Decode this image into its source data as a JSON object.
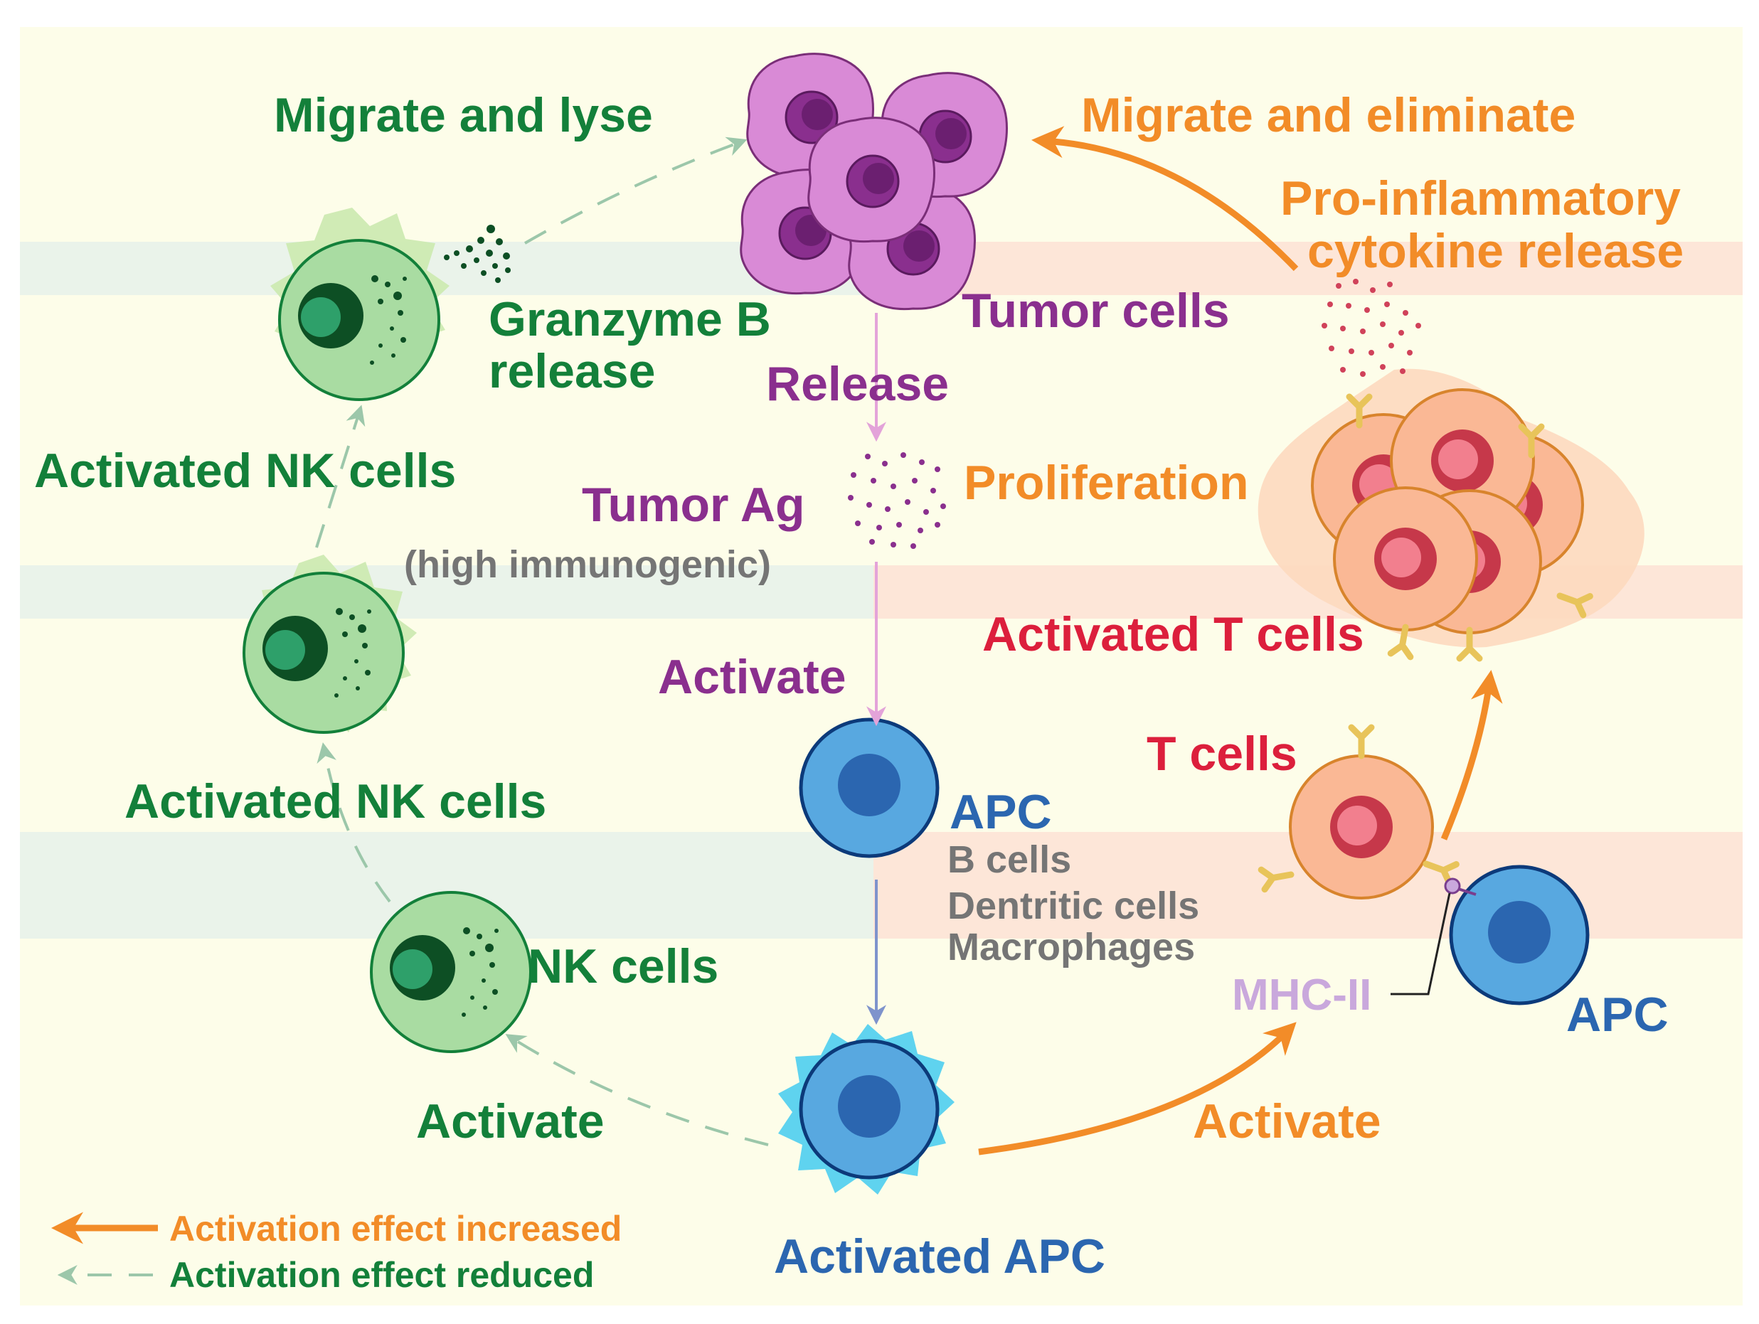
{
  "colors": {
    "background": "#fdfde9",
    "nk_green": "#13803a",
    "orange": "#f28c28",
    "purple": "#8a2f8e",
    "red": "#dc1f3c",
    "blue": "#2b66b0",
    "gray": "#757575",
    "mhc_lavender": "#c9a8dc",
    "dashed_arrow": "#9cc7aa",
    "pink_arrow": "#e3a3d9",
    "blue_arrow": "#7e93cc"
  },
  "labels": {
    "migrate_lyse": "Migrate and lyse",
    "migrate_eliminate": "Migrate and eliminate",
    "pro_inflammatory_1": "Pro-inflammatory",
    "pro_inflammatory_2": "cytokine release",
    "granzyme_1": "Granzyme B",
    "granzyme_2": "release",
    "tumor_cells": "Tumor cells",
    "release": "Release",
    "activated_nk_1": "Activated NK cells",
    "tumor_ag": "Tumor Ag",
    "high_immunogenic": "(high immunogenic)",
    "proliferation": "Proliferation",
    "activated_t_cells": "Activated T cells",
    "activate_purple": "Activate",
    "t_cells": "T cells",
    "activated_nk_2": "Activated NK cells",
    "apc": "APC",
    "b_cells": "B cells",
    "dendritic_cells": "Dentritic cells",
    "macrophages": "Macrophages",
    "nk_cells": "NK cells",
    "mhc_ii": "MHC-II",
    "apc_right": "APC",
    "activate_green": "Activate",
    "activate_orange": "Activate",
    "activated_apc": "Activated APC"
  },
  "legend": {
    "increased": "Activation effect increased",
    "reduced": "Activation effect reduced"
  },
  "icons": {
    "tumor": "tumor-cell-cluster-icon",
    "nk": "nk-cell-icon",
    "t_cell": "t-cell-icon",
    "apc": "apc-cell-icon",
    "activated_apc": "activated-apc-icon",
    "particles": "particle-cloud-icon"
  }
}
